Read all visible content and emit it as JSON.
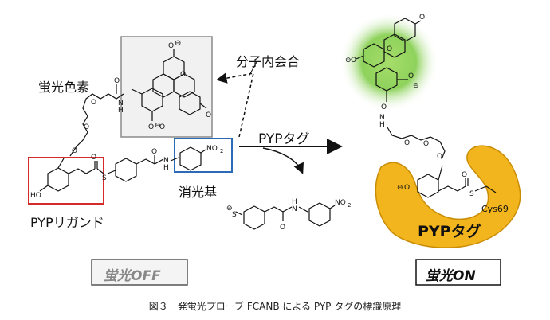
{
  "labels": {
    "fluorophore": "蛍光色素",
    "intramolecular": "分子内会合",
    "pyp_tag_arrow": "PYPタグ",
    "quencher": "消光基",
    "pyp_ligand": "PYPリガンド",
    "no2": "NO",
    "no2_sub": "2",
    "nh": "N",
    "h": "H",
    "o": "O",
    "ho": "HO",
    "s": "S",
    "minus": "⊖",
    "cys": "Cys69",
    "pyp_tag_protein": "PYPタグ"
  },
  "states": {
    "off": "蛍光OFF",
    "on": "蛍光ON"
  },
  "caption": "図３　発蛍光プローブ FCANB による PYP タグの標識原理",
  "colors": {
    "gray_box": "#8a8a8a",
    "red_box": "#d42a2a",
    "blue_box": "#2b6bb5",
    "glow": "#7ec850",
    "tag_fill": "#f2b51e",
    "tag_stroke": "#c98d05",
    "off_bg": "#f4f4f4"
  }
}
